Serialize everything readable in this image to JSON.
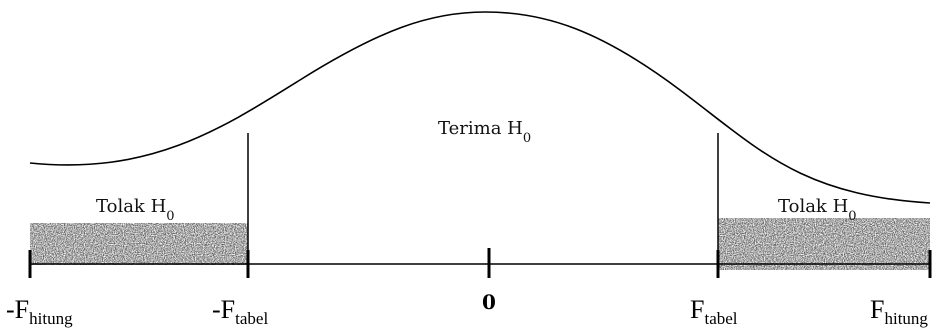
{
  "regions": {
    "left_reject": {
      "label": "Tolak H",
      "sub": "0"
    },
    "accept": {
      "label": "Terima H",
      "sub": "0"
    },
    "right_reject": {
      "label": "Tolak H",
      "sub": "0"
    }
  },
  "axis": {
    "neg_f_hitung": {
      "main": "-F",
      "sub": "hitung"
    },
    "neg_f_tabel": {
      "main": "-F",
      "sub": "tabel"
    },
    "zero": "0",
    "f_tabel": {
      "main": "F",
      "sub": "tabel"
    },
    "f_hitung": {
      "main": "F",
      "sub": "hitung"
    }
  },
  "colors": {
    "ink": "#000000",
    "reject_shade": "#555555"
  }
}
